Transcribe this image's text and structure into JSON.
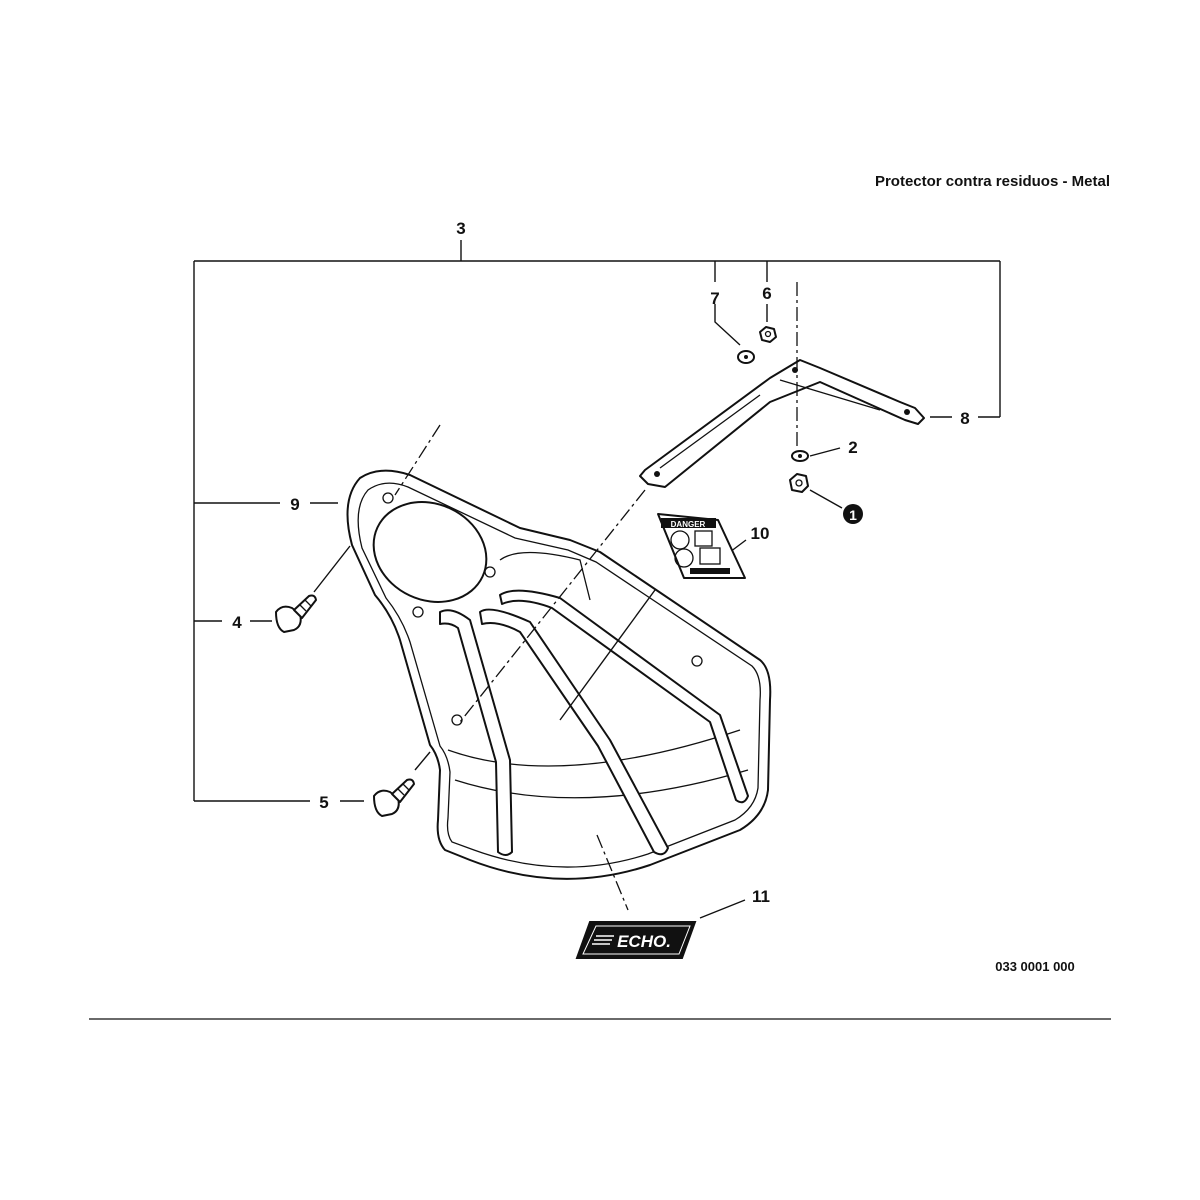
{
  "header": {
    "title": "Protector contra residuos - Metal"
  },
  "callouts": {
    "c1": "1",
    "c2": "2",
    "c3": "3",
    "c4": "4",
    "c5": "5",
    "c6": "6",
    "c7": "7",
    "c8": "8",
    "c9": "9",
    "c10": "10",
    "c11": "11"
  },
  "decals": {
    "danger": "DANGER",
    "brand": "ECHO."
  },
  "footer": {
    "drawing_code": "033 0001 000"
  },
  "colors": {
    "ink": "#111111",
    "paper": "#ffffff"
  }
}
